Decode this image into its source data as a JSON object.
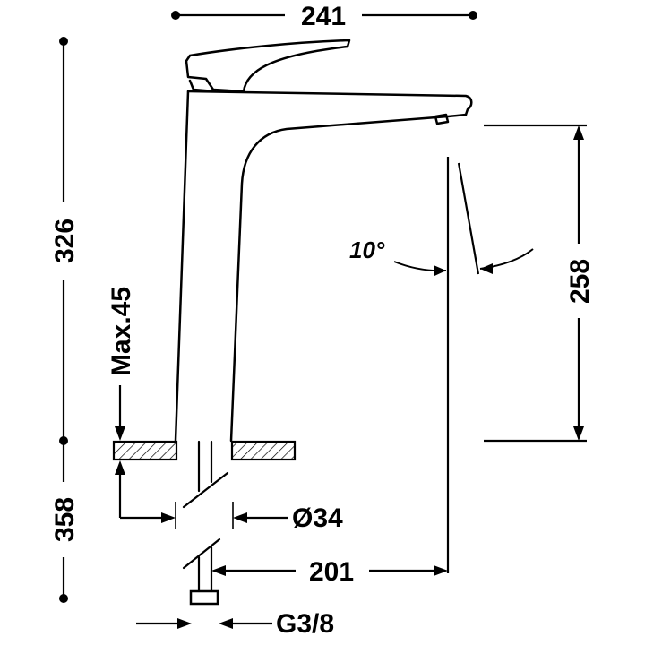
{
  "dimensions": {
    "overall_width": "241",
    "overall_height": "326",
    "spout_height": "258",
    "angle": "10°",
    "max_thickness": "Max.45",
    "hole_diameter": "Ø34",
    "below_deck": "358",
    "spout_reach": "201",
    "connection": "G3/8"
  },
  "colors": {
    "line": "#000000",
    "background": "#ffffff"
  }
}
